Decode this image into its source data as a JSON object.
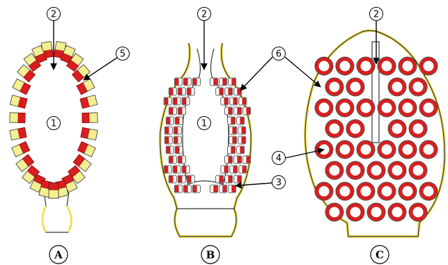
{
  "colors": {
    "cell_fill": "#d81e1e",
    "cell_stroke": "#8b0000",
    "cell_yellow": "#f3ef92",
    "yellow_wall": "#f0e060",
    "outline": "#333333",
    "background": "#ffffff"
  },
  "panels": [
    {
      "id": "A",
      "label": "A"
    },
    {
      "id": "B",
      "label": "B"
    },
    {
      "id": "C",
      "label": "C"
    }
  ],
  "callouts": {
    "a_top": "2",
    "a_center": "1",
    "a_layer": "5",
    "b_top": "2",
    "b_center": "1",
    "b_layer": "6",
    "b_cell": "3",
    "c_top": "2",
    "c_cell": "4"
  }
}
